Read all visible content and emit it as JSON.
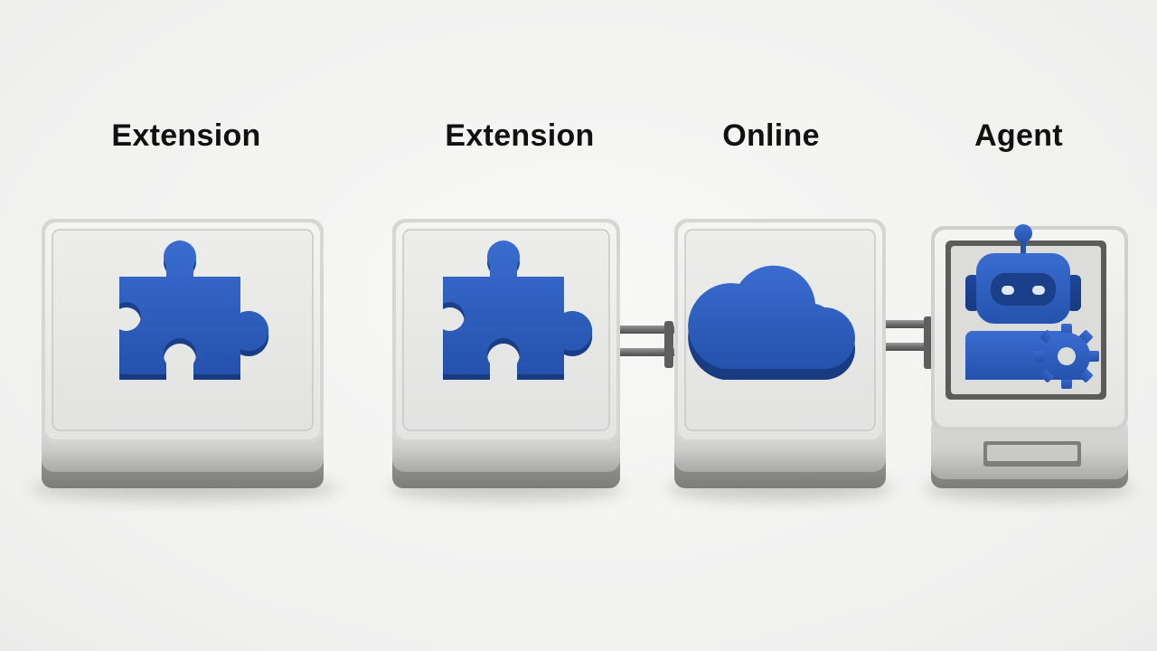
{
  "labels": [
    "Extension",
    "Extension",
    "Online",
    "Agent"
  ],
  "colors": {
    "accent_blue": "#2a5bbf",
    "module_face": "#e9e9e8",
    "module_side": "#8f8f8f",
    "connector": "#707070"
  },
  "icons": [
    "puzzle-piece-icon",
    "puzzle-piece-icon",
    "cloud-icon",
    "robot-gear-icon"
  ]
}
